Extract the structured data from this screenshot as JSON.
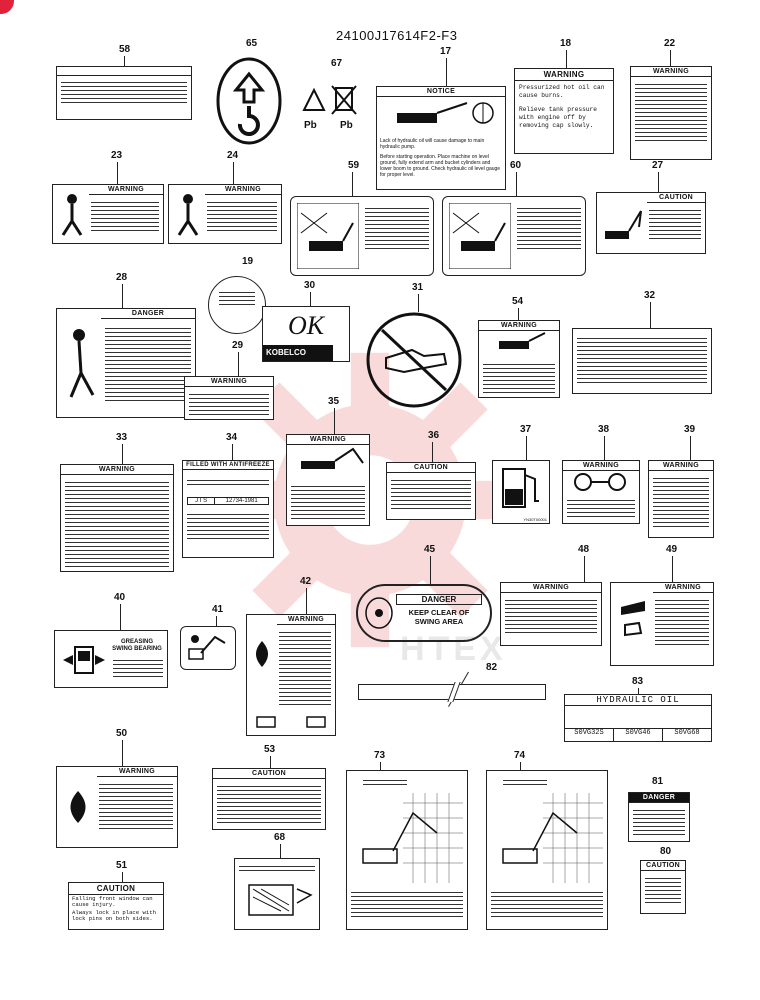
{
  "figure_code": "24100J17614F2-F3",
  "watermark_text": "HTEX",
  "colors": {
    "watermark": "#e03a3a",
    "corner_badge": "#e0233a",
    "ink": "#111111"
  },
  "labels": [
    {
      "id": "n58",
      "num": "58"
    },
    {
      "id": "n65",
      "num": "65"
    },
    {
      "id": "n67",
      "num": "67"
    },
    {
      "id": "n17",
      "num": "17"
    },
    {
      "id": "n18",
      "num": "18"
    },
    {
      "id": "n22",
      "num": "22"
    },
    {
      "id": "n23",
      "num": "23"
    },
    {
      "id": "n24",
      "num": "24"
    },
    {
      "id": "n59",
      "num": "59"
    },
    {
      "id": "n60",
      "num": "60"
    },
    {
      "id": "n27",
      "num": "27"
    },
    {
      "id": "n19",
      "num": "19"
    },
    {
      "id": "n28",
      "num": "28"
    },
    {
      "id": "n30",
      "num": "30"
    },
    {
      "id": "n31",
      "num": "31"
    },
    {
      "id": "n54",
      "num": "54"
    },
    {
      "id": "n32",
      "num": "32"
    },
    {
      "id": "n29",
      "num": "29"
    },
    {
      "id": "n35",
      "num": "35"
    },
    {
      "id": "n33",
      "num": "33"
    },
    {
      "id": "n34",
      "num": "34"
    },
    {
      "id": "n36",
      "num": "36"
    },
    {
      "id": "n37",
      "num": "37"
    },
    {
      "id": "n38",
      "num": "38"
    },
    {
      "id": "n39",
      "num": "39"
    },
    {
      "id": "n45",
      "num": "45"
    },
    {
      "id": "n48",
      "num": "48"
    },
    {
      "id": "n49",
      "num": "49"
    },
    {
      "id": "n40",
      "num": "40"
    },
    {
      "id": "n41",
      "num": "41"
    },
    {
      "id": "n42",
      "num": "42"
    },
    {
      "id": "n82",
      "num": "82"
    },
    {
      "id": "n83",
      "num": "83"
    },
    {
      "id": "n50",
      "num": "50"
    },
    {
      "id": "n53",
      "num": "53"
    },
    {
      "id": "n73",
      "num": "73"
    },
    {
      "id": "n74",
      "num": "74"
    },
    {
      "id": "n81",
      "num": "81"
    },
    {
      "id": "n68",
      "num": "68"
    },
    {
      "id": "n80",
      "num": "80"
    },
    {
      "id": "n51",
      "num": "51"
    }
  ],
  "decals": {
    "notice": "NOTICE",
    "warning": "WARNING",
    "caution": "CAUTION",
    "danger": "DANGER",
    "w18_body": "Pressurized hot oil can cause burns.",
    "w18_body2": "Relieve tank pressure with engine off by removing cap slowly.",
    "n17_body": "Lack of hydraulic oil will cause damage to main hydraulic pump.",
    "n17_body2": "Before starting operation. Place machine on level ground, fully extend arm and bucket cylinders and lower boom to ground. Check hydraulic oil level gauge for proper level.",
    "ok_text": "OK",
    "kobelco": "KOBELCO",
    "oil_title": "FILLED WITH ANTIFREEZE",
    "oil_code": "J I S",
    "oil_code_val": "12734-1981",
    "greasing_title": "GREASING SWING BEARING",
    "keep_clear": "KEEP CLEAR OF SWING AREA",
    "hydraulic_oil": "HYDRAULIC OIL",
    "oil_grade_1": "S0VG32S",
    "oil_grade_2": "S0VG46",
    "oil_grade_3": "S0VG68",
    "n51_body": "Falling front window can cause injury.",
    "n51_body2": "Always lock in place with lock pins on both sides.",
    "pb": "Pb",
    "n37_code": "YN30T00001"
  }
}
